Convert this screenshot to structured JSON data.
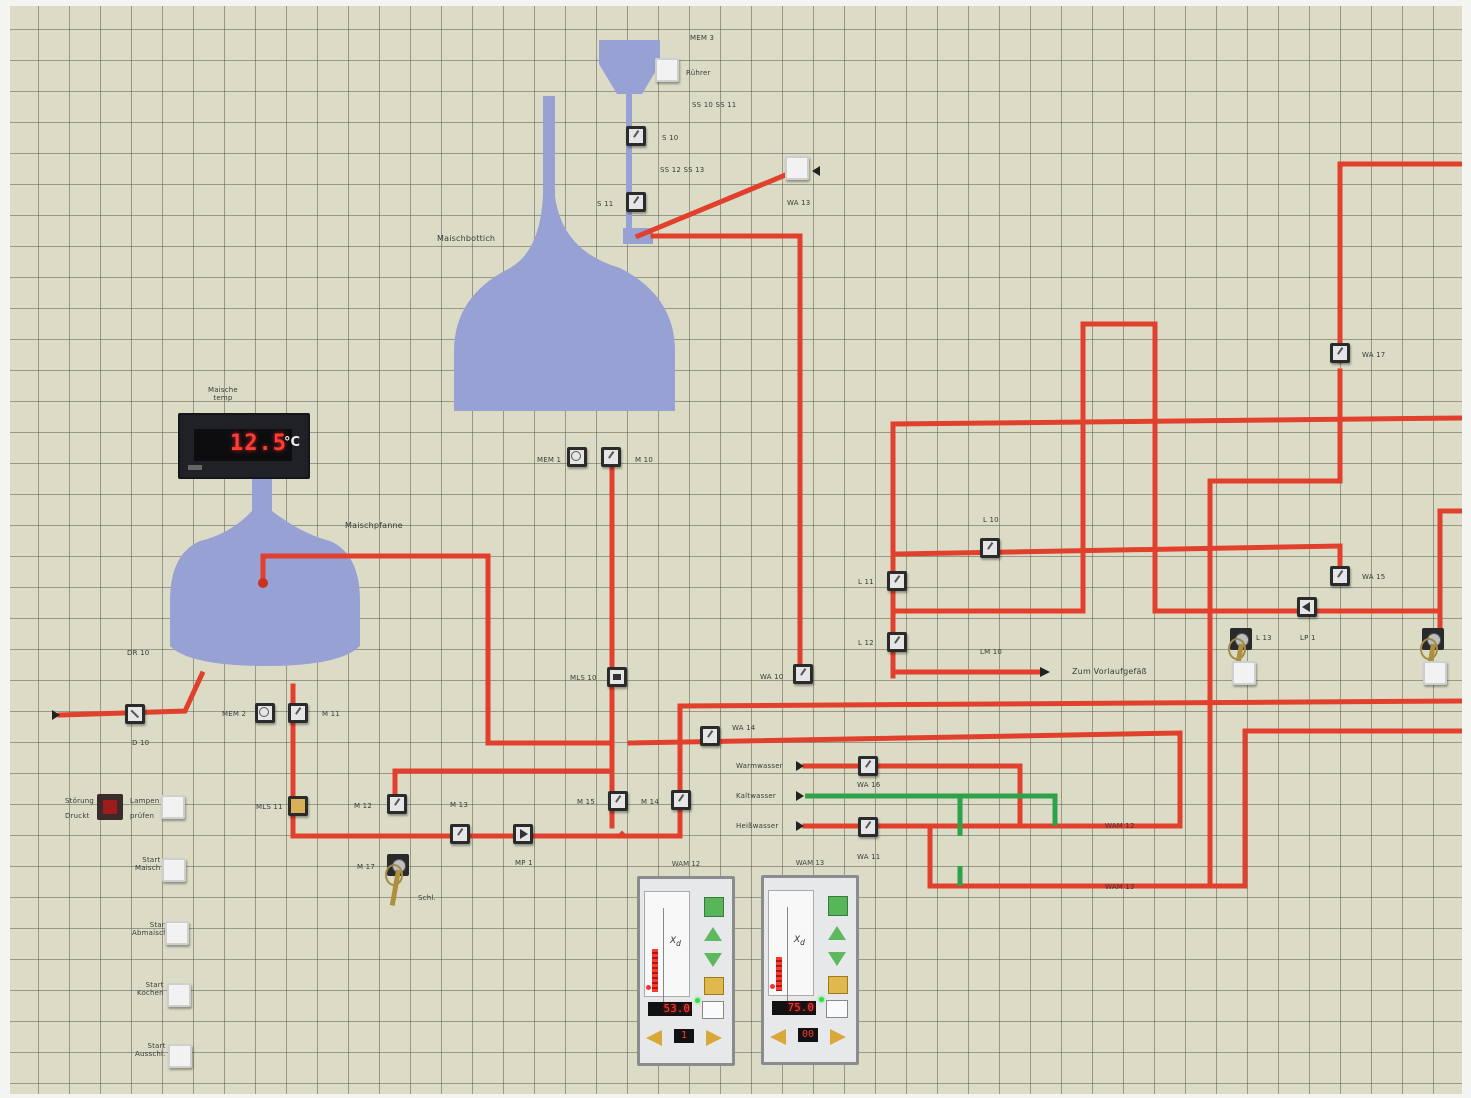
{
  "display": {
    "temp_label": "Maische\ntemp",
    "value": "12.5",
    "unit": "°C"
  },
  "vessels": {
    "maischbottich": "Maischbottich",
    "maischpfanne": "Maischpfanne"
  },
  "labels": {
    "mem3": "MEM 3",
    "ruehrer": "Rührer",
    "ss10_ss11": "SS 10   SS 11",
    "s10": "S 10",
    "ss12_ss13": "SS 12   SS 13",
    "s11": "S 11",
    "wa13": "WA 13",
    "mem1": "MEM 1",
    "m10": "M 10",
    "dr10": "DR 10",
    "d10": "D 10",
    "mem2": "MEM 2",
    "m11": "M 11",
    "mls10": "MLS 10",
    "wa10": "WA 10",
    "wa14": "WA 14",
    "mls11": "MLS 11",
    "m12": "M 12",
    "m13": "M 13",
    "mp1": "MP 1",
    "m15": "M 15",
    "m14": "M 14",
    "m17": "M 17",
    "schl": "Schl.",
    "l10": "L 10",
    "l11": "L 11",
    "l12": "L 12",
    "lm10": "LM 10",
    "zum_vorlaufgefaess": "Zum Vorlaufgefäß",
    "wa17": "WA 17",
    "wa15": "WA 15",
    "l13": "L 13",
    "lp1": "LP 1",
    "warmwasser": "Warmwasser",
    "kaltwasser": "Kaltwasser",
    "heisswasser": "Heißwasser",
    "wa16": "WA 16",
    "wa11": "WA 11",
    "wam12_line": "WAM 12",
    "wam13_line": "WAM 13"
  },
  "panel_buttons": {
    "stoerung": "Störung",
    "druckt": "Druckt",
    "lampen": "Lampen",
    "pruefen": "prüfen",
    "start_maisch": "Start\nMaisch",
    "start_abmaisch": "Start\nAbmaisch",
    "start_kochen": "Start\nKochen",
    "start_ausschl": "Start\nAusschl."
  },
  "controllers": [
    {
      "title": "WAM 12",
      "readout": "53.0",
      "small": "1",
      "bar_fill": 0.45
    },
    {
      "title": "WAM 13",
      "readout": "75.0",
      "small": "00",
      "bar_fill": 0.35
    }
  ],
  "colors": {
    "pipe_red": "#e0402c",
    "pipe_green": "#2fa14a",
    "vessel_blue": "#98a1d4",
    "board": "#dcdcc6",
    "led_red": "#ff3d33"
  }
}
